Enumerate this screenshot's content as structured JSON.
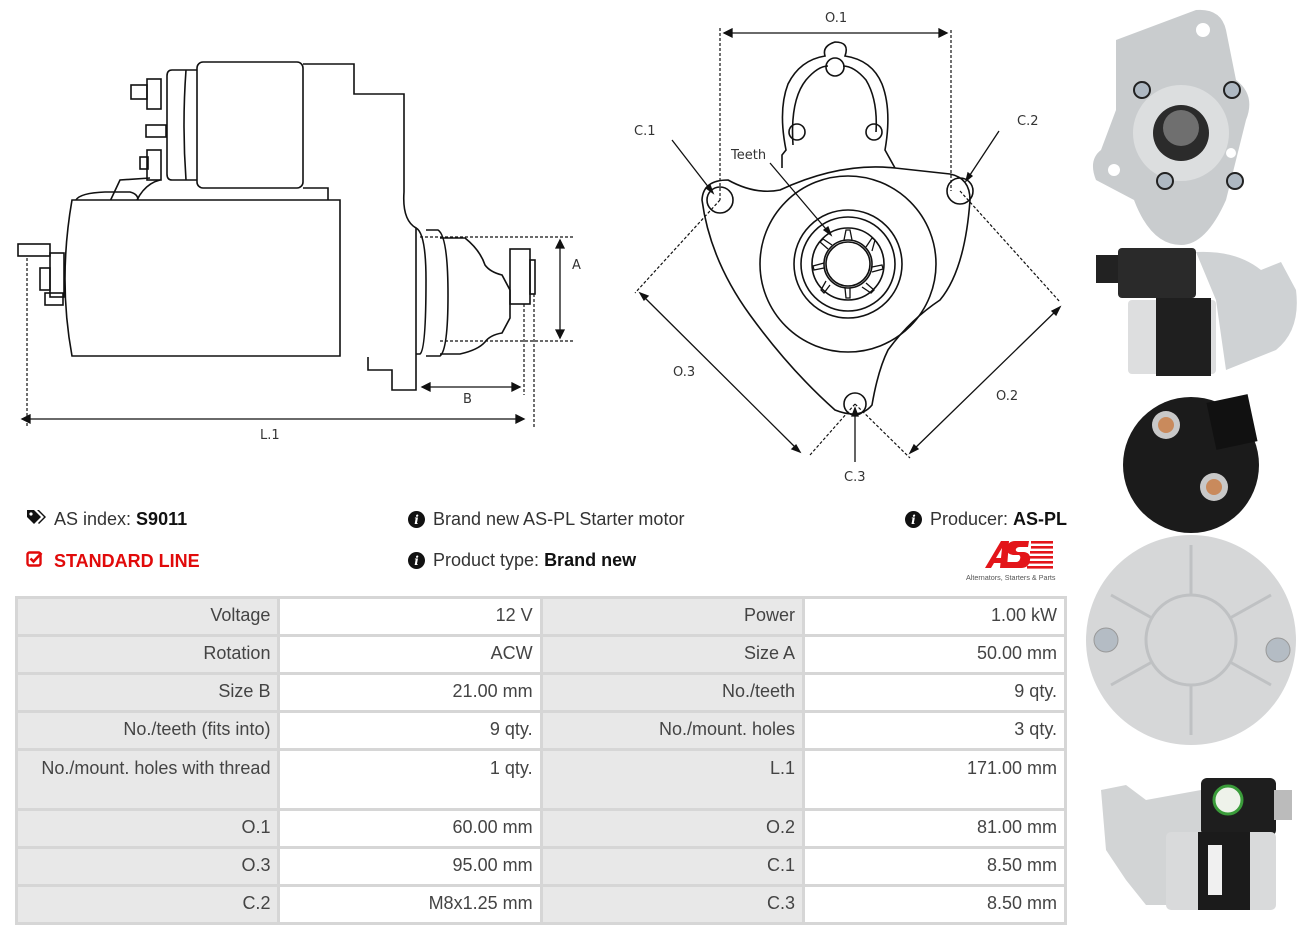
{
  "side_drawing": {
    "labels": {
      "a": "A",
      "b": "B",
      "l1": "L.1"
    }
  },
  "front_drawing": {
    "labels": {
      "o1": "O.1",
      "o2": "O.2",
      "o3": "O.3",
      "c1": "C.1",
      "c2": "C.2",
      "c3": "C.3",
      "teeth": "Teeth"
    }
  },
  "info": {
    "as_index_label": "AS index:",
    "as_index_value": "S9011",
    "standard_line": "STANDARD LINE",
    "description": "Brand new AS-PL Starter motor",
    "product_type_label": "Product type:",
    "product_type_value": "Brand new",
    "producer_label": "Producer:",
    "producer_value": "AS-PL",
    "icons": {
      "tag": "tags-icon",
      "check": "check-square-icon",
      "info": "info-circle-icon"
    }
  },
  "logo": {
    "mark": "AS",
    "tagline": "Alternators, Starters & Parts",
    "color": "#e3151a"
  },
  "specs": [
    [
      {
        "k": "Voltage",
        "v": "12 V"
      },
      {
        "k": "Power",
        "v": "1.00 kW"
      }
    ],
    [
      {
        "k": "Rotation",
        "v": "ACW"
      },
      {
        "k": "Size A",
        "v": "50.00 mm"
      }
    ],
    [
      {
        "k": "Size B",
        "v": "21.00 mm"
      },
      {
        "k": "No./teeth",
        "v": "9 qty."
      }
    ],
    [
      {
        "k": "No./teeth (fits into)",
        "v": "9 qty."
      },
      {
        "k": "No./mount. holes",
        "v": "3 qty."
      }
    ],
    [
      {
        "k": "No./mount. holes with thread",
        "v": "1 qty."
      },
      {
        "k": "L.1",
        "v": "171.00 mm"
      }
    ],
    [
      {
        "k": "O.1",
        "v": "60.00 mm"
      },
      {
        "k": "O.2",
        "v": "81.00 mm"
      }
    ],
    [
      {
        "k": "O.3",
        "v": "95.00 mm"
      },
      {
        "k": "C.1",
        "v": "8.50 mm"
      }
    ],
    [
      {
        "k": "C.2",
        "v": "M8x1.25 mm"
      },
      {
        "k": "C.3",
        "v": "8.50 mm"
      }
    ]
  ],
  "colors": {
    "accent_red": "#e10a0a",
    "key_cell_bg": "#e8e8e8",
    "border": "#d6d6d6"
  }
}
